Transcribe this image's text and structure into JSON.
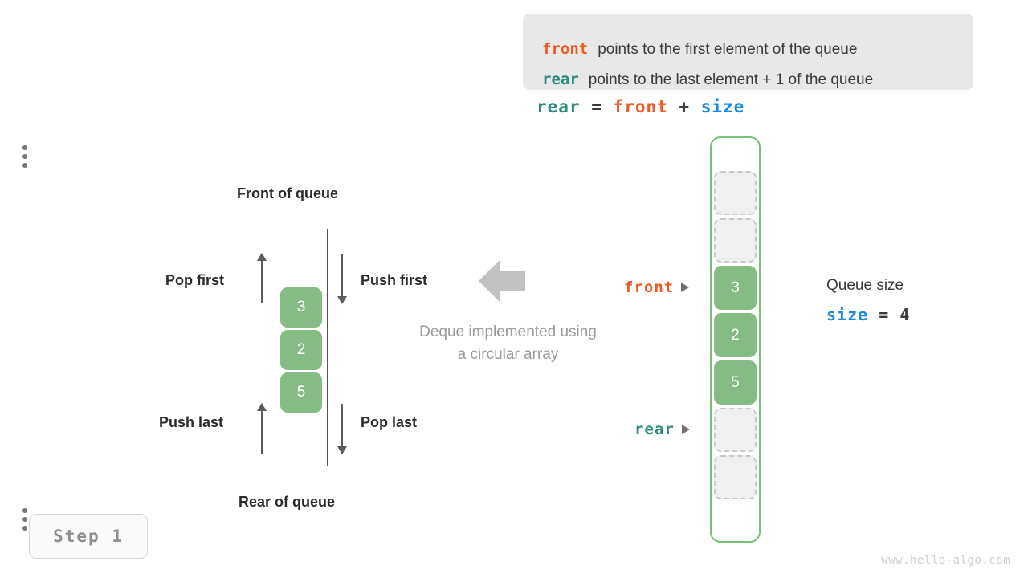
{
  "definition_box": {
    "rows": [
      {
        "keyword": "front",
        "keyword_color": "#ec5b21",
        "text": "points to the first element of the queue"
      },
      {
        "keyword": "rear",
        "keyword_color": "#2e8b7f",
        "text": "points to the last element + 1 of the queue"
      }
    ]
  },
  "formula": {
    "lhs": "rear",
    "equals": "=",
    "rhs_a": "front",
    "plus": "+",
    "rhs_b": "size"
  },
  "deque_diagram": {
    "top_label": "Front of queue",
    "bottom_label": "Rear of queue",
    "operations": {
      "pop_first": "Pop first",
      "push_first": "Push first",
      "push_last": "Push last",
      "pop_last": "Pop last"
    },
    "cells": [
      "3",
      "2",
      "5"
    ],
    "caption_line_1": "Deque implemented using",
    "caption_line_2": "a circular array",
    "big_arrow_icon": "arrow-left-icon"
  },
  "circular_array": {
    "ellipsis_top": "vertical-ellipsis-icon",
    "ellipsis_bottom": "vertical-ellipsis-icon",
    "cells": [
      {
        "value": "",
        "state": "empty"
      },
      {
        "value": "",
        "state": "empty"
      },
      {
        "value": "3",
        "state": "filled"
      },
      {
        "value": "2",
        "state": "filled"
      },
      {
        "value": "5",
        "state": "filled"
      },
      {
        "value": "",
        "state": "empty"
      },
      {
        "value": "",
        "state": "empty"
      }
    ],
    "pointers": {
      "front": {
        "label": "front",
        "color": "#ec5b21",
        "target_index": 2
      },
      "rear": {
        "label": "rear",
        "color": "#2e8b7f",
        "target_index": 5
      }
    }
  },
  "size_annotation": {
    "title": "Queue size",
    "var": "size",
    "equals": "=",
    "value": "4"
  },
  "step_badge": {
    "label": "Step 1"
  },
  "watermark": {
    "text": "www.hello-algo.com"
  },
  "palette": {
    "green_fill": "#84bc83",
    "green_border": "#7bbf7a",
    "orange": "#ec5b21",
    "teal": "#2e8b7f",
    "blue": "#1a8ada",
    "gray_box": "#e8e8e8",
    "empty_cell": "#f0f0f0"
  }
}
